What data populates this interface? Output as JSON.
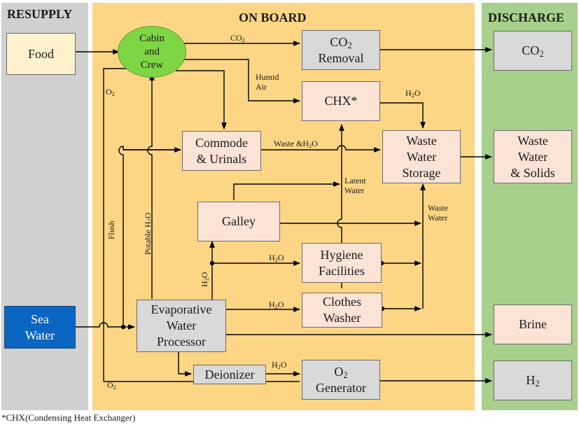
{
  "zones": {
    "resupply": {
      "title": "RESUPPLY",
      "color": "#d0d0d0"
    },
    "onboard": {
      "title": "ON BOARD",
      "color": "#fdd685"
    },
    "discharge": {
      "title": "DISCHARGE",
      "color": "#a8d08d"
    }
  },
  "boxes": {
    "food": "Food",
    "sea_water": "Sea\nWater",
    "cabin_crew": "Cabin\nand\nCrew",
    "co2_removal_pre": "CO",
    "co2_removal_sub": "2",
    "co2_removal_post": "\nRemoval",
    "chx": "CHX*",
    "commode": "Commode\n& Urinals",
    "waste_water_storage": "Waste\nWater\nStorage",
    "galley": "Galley",
    "hygiene": "Hygiene\nFacilities",
    "evaporative": "Evaporative\nWater\nProcessor",
    "clothes": "Clothes\nWasher",
    "deionizer": "Deionizer",
    "o2_gen_pre": "O",
    "o2_gen_sub": "2",
    "o2_gen_post": "\nGenerator",
    "co2_out_pre": "CO",
    "co2_out_sub": "2",
    "waste_solids": "Waste\nWater\n& Solids",
    "brine": "Brine",
    "h2_pre": "H",
    "h2_sub": "2"
  },
  "labels": {
    "co2_flow_pre": "CO",
    "co2_flow_sub": "2",
    "humid_air": "Humid\nAir",
    "o2_top_pre": "O",
    "o2_top_sub": "2",
    "o2_bottom_pre": "O",
    "o2_bottom_sub": "2",
    "h2o_chx_pre": "H",
    "h2o_chx_sub": "2",
    "h2o_chx_post": "O",
    "waste_h2o_pre": "Waste &H",
    "waste_h2o_sub": "2",
    "waste_h2o_post": "O",
    "latent_water": "Latent\nWater",
    "waste_water": "Waste\nWater",
    "flush": "Flush",
    "potable_pre": "Potable H",
    "potable_sub": "2",
    "potable_post": "O",
    "h2o_vert_pre": "H",
    "h2o_vert_sub": "2",
    "h2o_vert_post": "O",
    "h2o_hyg_pre": "H",
    "h2o_hyg_sub": "2",
    "h2o_hyg_post": "O",
    "h2o_cloth_pre": "H",
    "h2o_cloth_sub": "2",
    "h2o_cloth_post": "O",
    "h2o_deion_pre": "H",
    "h2o_deion_sub": "2",
    "h2o_deion_post": "O"
  },
  "footnote": "*CHX(Condensing Heat Exchanger)",
  "colors": {
    "line": "#000000",
    "pink_box": "#fbe3d6",
    "gray_box": "#d9d9d9",
    "sea_water": "#0b65c2",
    "cabin": "#7fd645"
  }
}
